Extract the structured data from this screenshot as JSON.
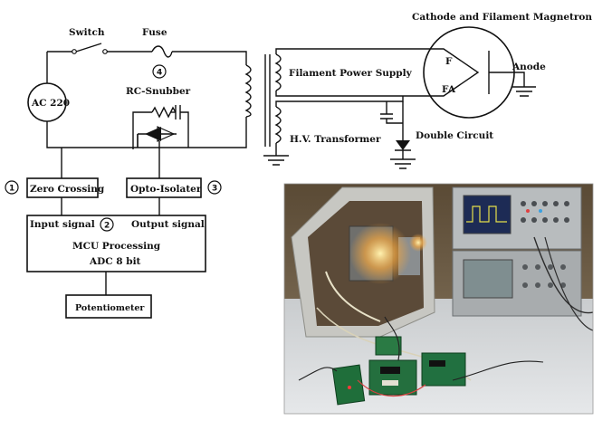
{
  "diagram": {
    "title": "Cathode and Filament Magnetron",
    "labels": {
      "switch": "Switch",
      "fuse": "Fuse",
      "source": "AC 220",
      "snubber": "RC-Snubber",
      "filament_supply": "Filament Power Supply",
      "hv_transformer": "H.V. Transformer",
      "double_circuit": "Double Circuit",
      "anode": "Anode",
      "magnetron_f": "F",
      "magnetron_fa": "FA",
      "zero_crossing": "Zero Crossing",
      "opto_isolator": "Opto-Isolater",
      "mcu_input": "Input signal",
      "mcu_output": "Output signal",
      "mcu_title": "MCU Processing",
      "mcu_adc": "ADC 8 bit",
      "potentiometer": "Potentiometer"
    },
    "markers": [
      "1",
      "2",
      "3",
      "4"
    ]
  },
  "photo": {
    "subject": "Microwave oven magnetron test bench with oscilloscopes and control boards",
    "colors": {
      "bench": "#d8dadc",
      "wall": "#6e5a3f",
      "oven": "#c9c9c4",
      "scope": "#8b8f92",
      "board": "#1f6e3a"
    }
  }
}
